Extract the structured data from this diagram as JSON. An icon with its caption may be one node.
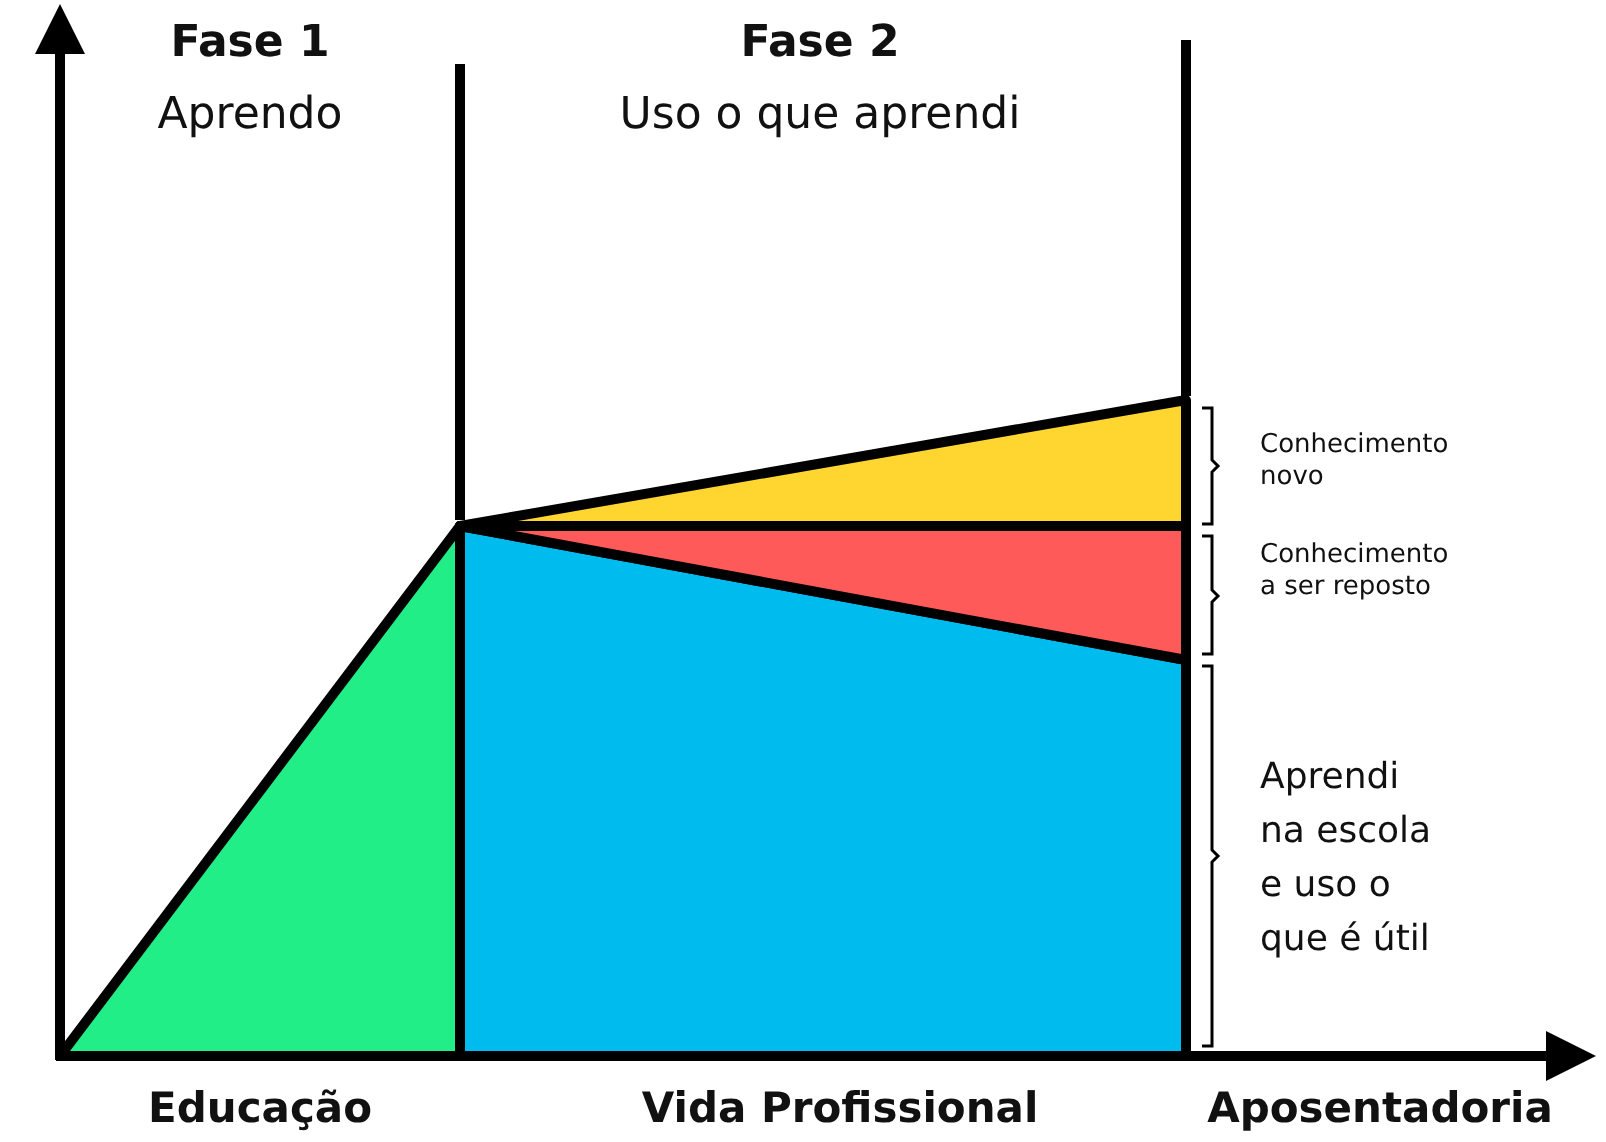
{
  "diagram": {
    "labels": [
      "Fase 1",
      "Aprendo",
      "Fase 2",
      "Uso o que aprendi",
      "Conhecimento novo",
      "Conhecimento a ser reposto",
      "Aprendi na escola e uso o que é útil",
      "Educação",
      "Vida Profissional",
      "Aposentadoria"
    ]
  }
}
